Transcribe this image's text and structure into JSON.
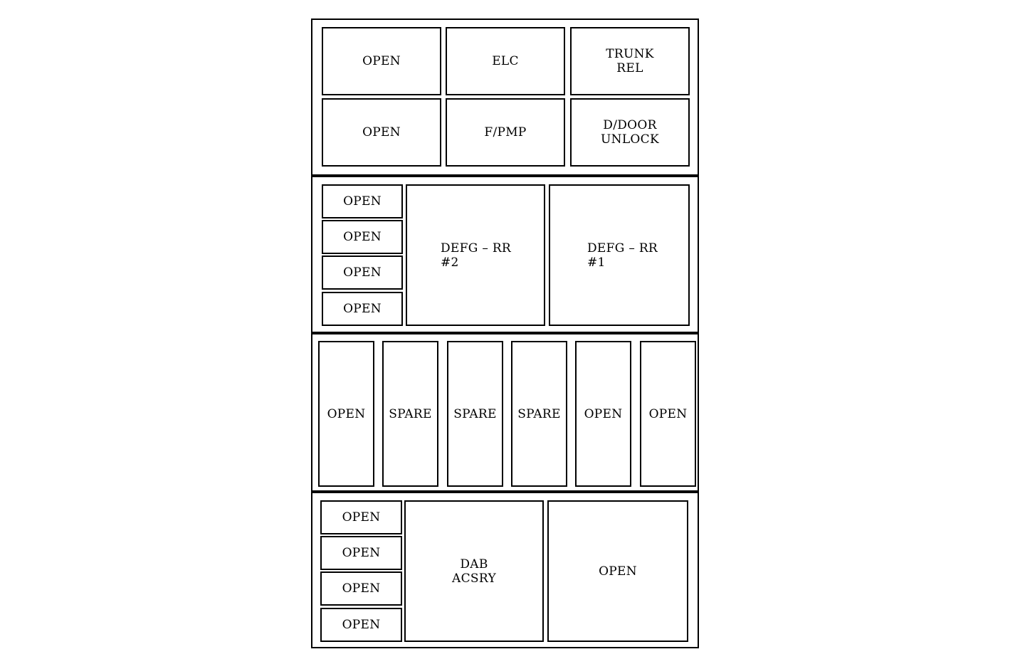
{
  "panel_1": {
    "slots": [
      {
        "label": "OPEN"
      },
      {
        "label": "ELC"
      },
      {
        "label": "TRUNK\nREL"
      },
      {
        "label": "OPEN"
      },
      {
        "label": "F/PMP"
      },
      {
        "label": "D/DOOR\nUNLOCK"
      }
    ]
  },
  "panel_2": {
    "small_slots": [
      {
        "label": "OPEN"
      },
      {
        "label": "OPEN"
      },
      {
        "label": "OPEN"
      },
      {
        "label": "OPEN"
      }
    ],
    "large_slots": [
      {
        "label": "DEFG – RR\n#2"
      },
      {
        "label": "DEFG – RR\n#1"
      }
    ]
  },
  "panel_3": {
    "slots": [
      {
        "label": "OPEN"
      },
      {
        "label": "SPARE"
      },
      {
        "label": "SPARE"
      },
      {
        "label": "SPARE"
      },
      {
        "label": "OPEN"
      },
      {
        "label": "OPEN"
      }
    ]
  },
  "panel_4": {
    "small_slots": [
      {
        "label": "OPEN"
      },
      {
        "label": "OPEN"
      },
      {
        "label": "OPEN"
      },
      {
        "label": "OPEN"
      }
    ],
    "large_slots": [
      {
        "label": "DAB\nACSRY"
      },
      {
        "label": "OPEN"
      }
    ]
  }
}
